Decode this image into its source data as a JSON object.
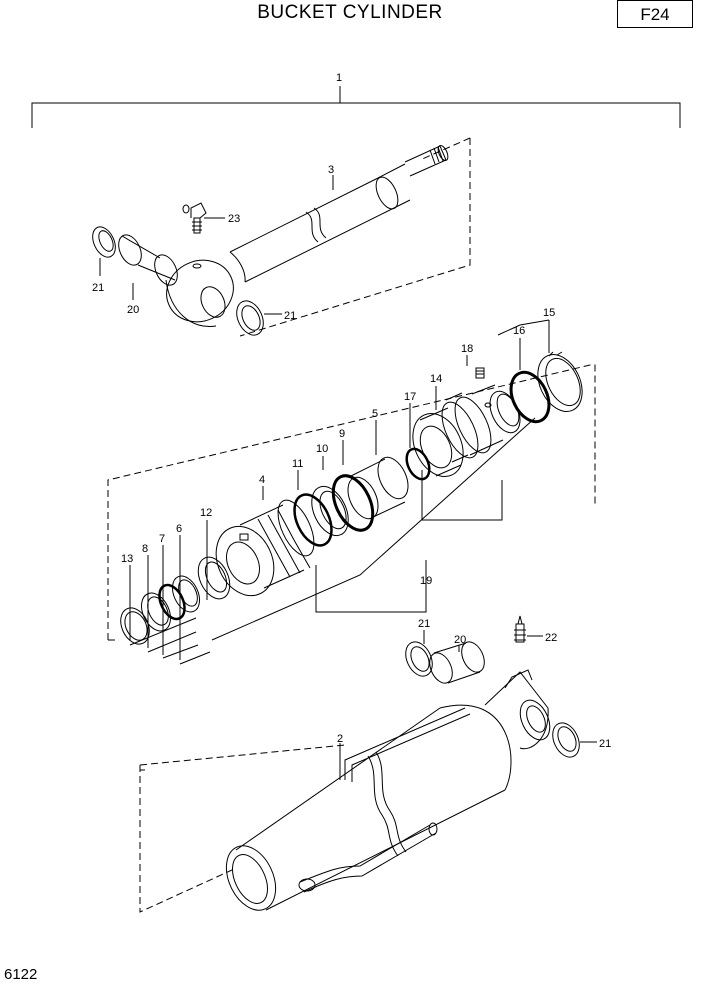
{
  "header": {
    "title": "BUCKET CYLINDER",
    "page_code": "F24"
  },
  "footer": {
    "drawing_number": "6122"
  },
  "callouts": {
    "c1": "1",
    "c2": "2",
    "c3": "3",
    "c4": "4",
    "c5": "5",
    "c6": "6",
    "c7": "7",
    "c8": "8",
    "c9": "9",
    "c10": "10",
    "c11": "11",
    "c12": "12",
    "c13": "13",
    "c14": "14",
    "c15": "15",
    "c16": "16",
    "c17": "17",
    "c18": "18",
    "c19": "19",
    "c20a": "20",
    "c20b": "20",
    "c21a": "21",
    "c21b": "21",
    "c21c": "21",
    "c22": "22",
    "c23": "23"
  }
}
